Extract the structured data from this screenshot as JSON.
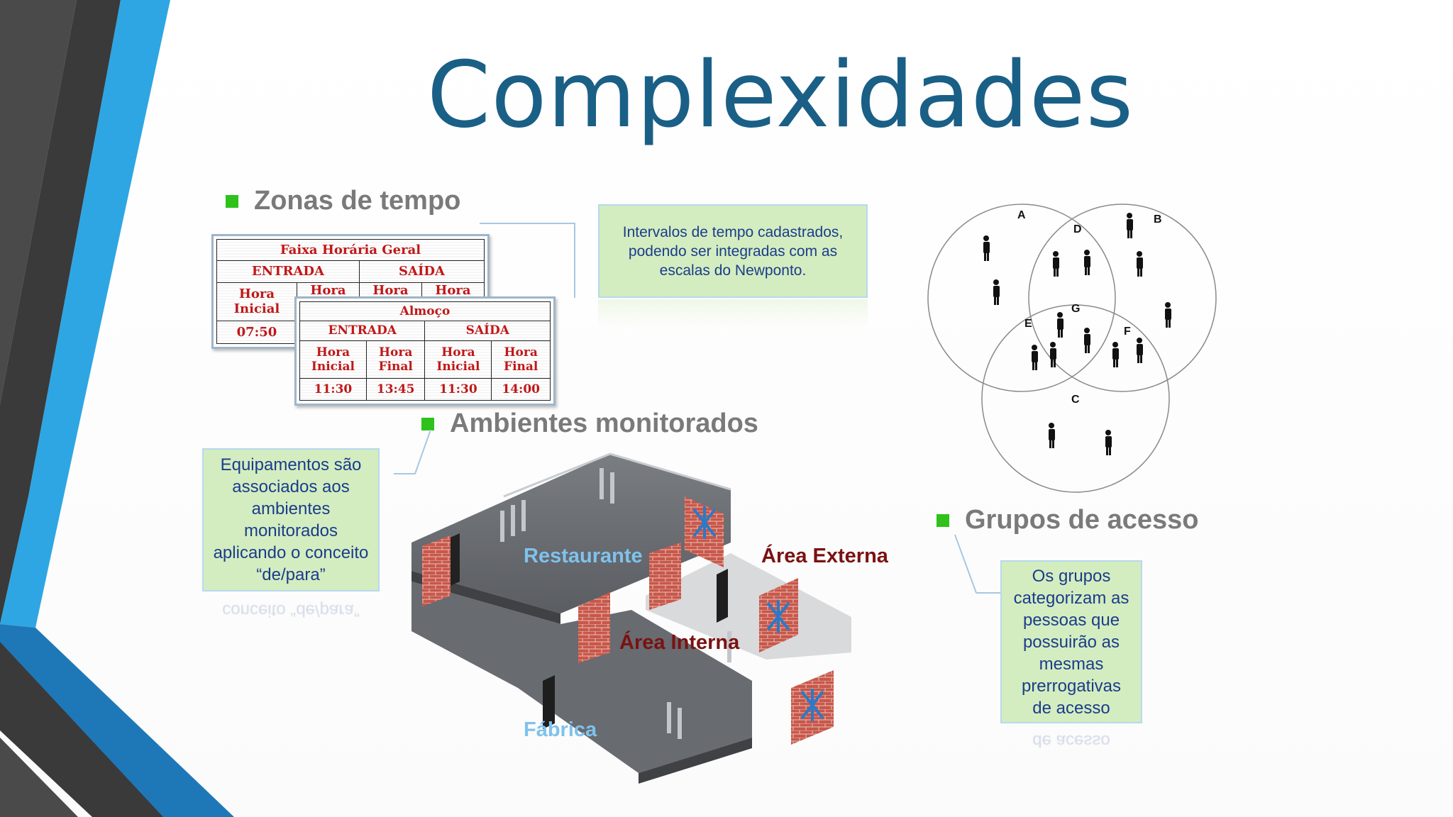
{
  "title": "Complexidades",
  "colors": {
    "title": "#1a5f86",
    "bullet": "#2ec21b",
    "note_bg": "#d3edc0",
    "note_text": "#1c3c8c",
    "zone_light_blue": "#7fc2ec",
    "zone_dark_red": "#7a1212"
  },
  "zonas": {
    "heading": "Zonas de tempo",
    "note": "Intervalos de tempo cadastrados, podendo ser integradas com as escalas do Newponto.",
    "table_geral": {
      "title": "Faixa Horária Geral",
      "groups": [
        "ENTRADA",
        "SAÍDA"
      ],
      "columns": [
        [
          "Hora",
          "Inicial"
        ],
        [
          "Hora",
          ""
        ],
        [
          "Hora",
          ""
        ],
        [
          "Hora",
          ""
        ]
      ],
      "values": [
        "07:50"
      ]
    },
    "table_almoco": {
      "title": "Almoço",
      "groups": [
        "ENTRADA",
        "SAÍDA"
      ],
      "columns": [
        [
          "Hora",
          "Inicial"
        ],
        [
          "Hora",
          "Final"
        ],
        [
          "Hora",
          "Inicial"
        ],
        [
          "Hora",
          "Final"
        ]
      ],
      "values": [
        "11:30",
        "13:45",
        "11:30",
        "14:00"
      ]
    }
  },
  "ambientes": {
    "heading": "Ambientes monitorados",
    "note": "Equipamentos são associados aos ambientes monitorados aplicando o conceito “de/para”",
    "reflection": "conceito “de/para”",
    "zones": {
      "restaurante": "Restaurante",
      "externa": "Área Externa",
      "interna": "Área Interna",
      "fabrica": "Fábrica"
    }
  },
  "grupos": {
    "heading": "Grupos de acesso",
    "note": "Os grupos categorizam as pessoas que possuirão as mesmas prerrogativas de acesso",
    "reflection": "de acesso",
    "venn_labels": {
      "a": "A",
      "b": "B",
      "c": "C",
      "d": "D",
      "e": "E",
      "f": "F",
      "g": "G"
    }
  }
}
